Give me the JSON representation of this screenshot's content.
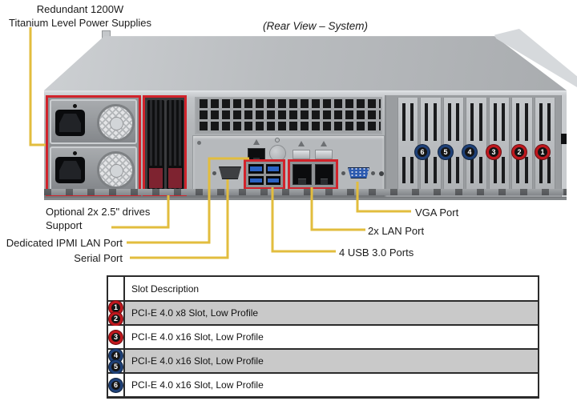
{
  "figure": {
    "title": "(Rear View – System)"
  },
  "callouts": {
    "power_supplies": {
      "line1": "Redundant 1200W",
      "line2": "Titanium Level Power Supplies"
    },
    "drives": {
      "line1": "Optional 2x 2.5\" drives",
      "line2": "Support"
    },
    "ipmi": {
      "label": "Dedicated IPMI LAN Port"
    },
    "serial": {
      "label": "Serial Port"
    },
    "usb": {
      "label": "4 USB 3.0 Ports"
    },
    "lan": {
      "label": "2x LAN Port"
    },
    "vga": {
      "label": "VGA Port"
    }
  },
  "chassis": {
    "slot_badges": [
      {
        "number": "6",
        "color": "blue"
      },
      {
        "number": "5",
        "color": "blue"
      },
      {
        "number": "4",
        "color": "blue"
      },
      {
        "number": "3",
        "color": "red"
      },
      {
        "number": "2",
        "color": "red"
      },
      {
        "number": "1",
        "color": "red"
      }
    ]
  },
  "slot_table": {
    "header": "Slot Description",
    "rows": [
      {
        "slots": [
          "1",
          "2"
        ],
        "badge_color": "red",
        "description": "PCI-E 4.0 x8 Slot, Low Profile"
      },
      {
        "slots": [
          "3"
        ],
        "badge_color": "red",
        "description": "PCI-E 4.0 x16 Slot, Low Profile"
      },
      {
        "slots": [
          "4",
          "5"
        ],
        "badge_color": "blue",
        "description": "PCI-E 4.0 x16 Slot, Low Profile"
      },
      {
        "slots": [
          "6"
        ],
        "badge_color": "blue",
        "description": "PCI-E 4.0 x16 Slot, Low Profile"
      }
    ]
  },
  "colors": {
    "leader_line": "#e2bd3e",
    "highlight_box": "#d1232b",
    "badge_red": "#c0181e",
    "badge_blue": "#1e4077",
    "table_row_shade": "#c9c9c9"
  }
}
